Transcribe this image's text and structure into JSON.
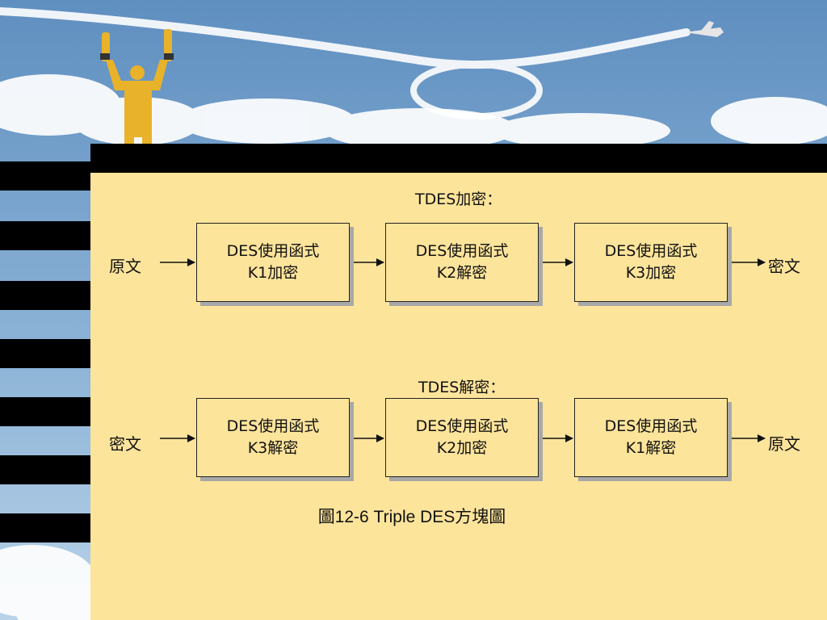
{
  "encrypt": {
    "heading": "TDES加密：",
    "input_label": "原文",
    "output_label": "密文",
    "boxes": [
      {
        "line1": "DES使用函式",
        "line2": "K1加密"
      },
      {
        "line1": "DES使用函式",
        "line2": "K2解密"
      },
      {
        "line1": "DES使用函式",
        "line2": "K3加密"
      }
    ]
  },
  "decrypt": {
    "heading": "TDES解密：",
    "input_label": "密文",
    "output_label": "原文",
    "boxes": [
      {
        "line1": "DES使用函式",
        "line2": "K3解密"
      },
      {
        "line1": "DES使用函式",
        "line2": "K2加密"
      },
      {
        "line1": "DES使用函式",
        "line2": "K1解密"
      }
    ]
  },
  "caption": "圖12-6 Triple DES方塊圖",
  "colors": {
    "panel": "#fde49b",
    "bars": "#000000",
    "sky": "#7fa8d0",
    "figure": "#e8b22a"
  }
}
